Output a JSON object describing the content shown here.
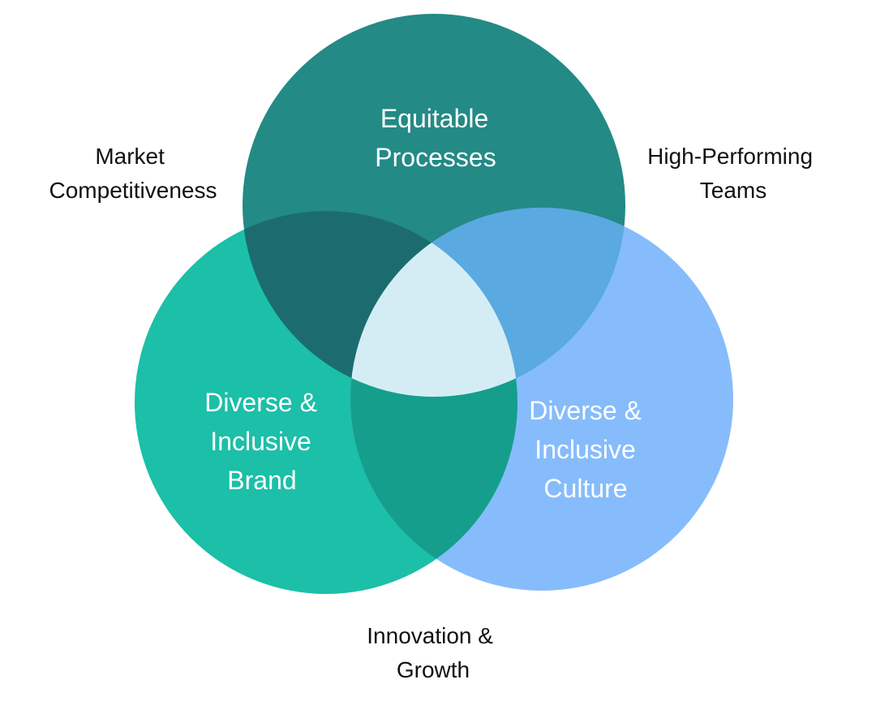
{
  "colors": {
    "equitable_processes": "#238a86",
    "inclusive_brand": "#1cbfa8",
    "inclusive_culture": "#86bcfb",
    "overlap_processes_brand": "#1c6c6f",
    "overlap_processes_culture": "#5aa9e1",
    "overlap_brand_culture": "#159e8c",
    "center": "#d4edf5",
    "background": "#ffffff"
  },
  "circles": {
    "top": {
      "line1": "Equitable",
      "line2": "Processes"
    },
    "left": {
      "line1": "Diverse &",
      "line2": "Inclusive",
      "line3": "Brand"
    },
    "right": {
      "line1": "Diverse &",
      "line2": "Inclusive",
      "line3": "Culture"
    }
  },
  "outcomes": {
    "top_left": {
      "line1": "Market",
      "line2": "Competitiveness"
    },
    "top_right": {
      "line1": "High-Performing",
      "line2": "Teams"
    },
    "bottom": {
      "line1": "Innovation &",
      "line2": "Growth"
    }
  }
}
